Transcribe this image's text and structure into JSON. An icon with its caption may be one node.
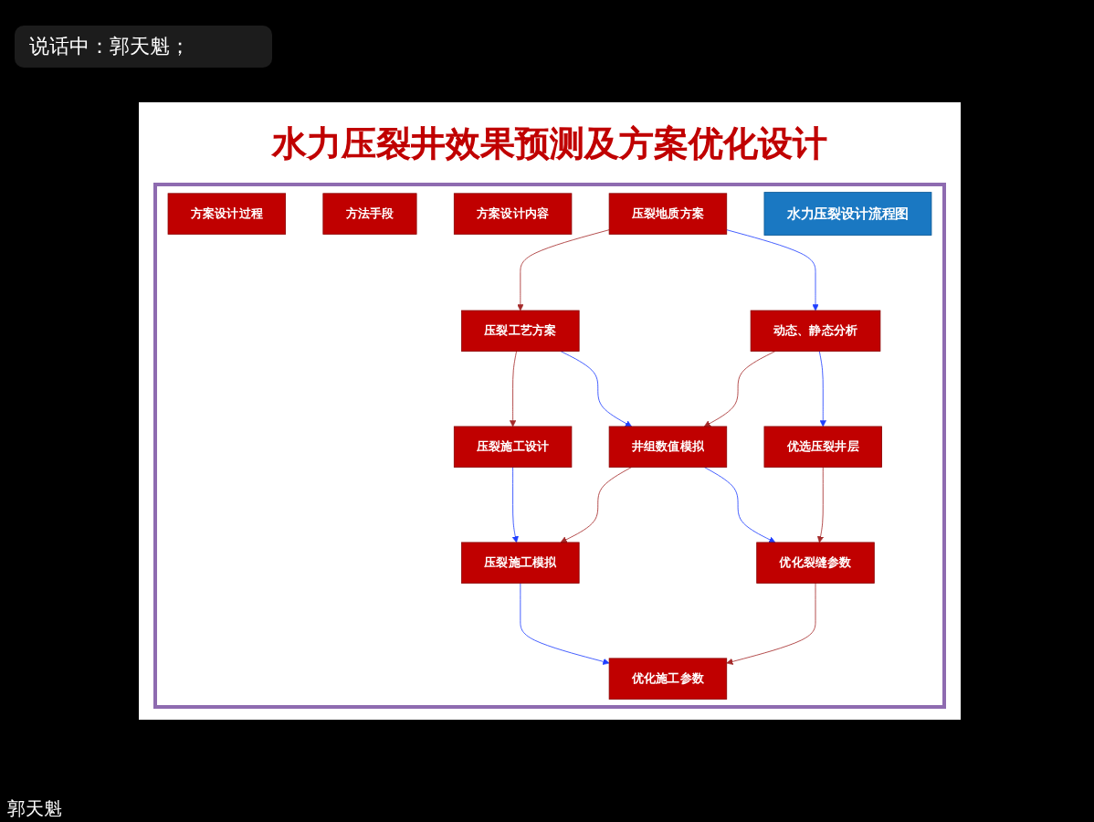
{
  "diagram": {
    "title": "水力压裂井效果预测及方案优化设计",
    "nodes": [
      {
        "text": [
          "方案设计过程"
        ]
      },
      {
        "text": [
          "方法手段"
        ]
      },
      {
        "text": [
          "方案设计内容"
        ]
      },
      {
        "text": [
          "压裂地质方案"
        ]
      },
      {
        "text": [
          "压裂工艺方案"
        ]
      },
      {
        "text": [
          "压裂施工设计"
        ]
      },
      {
        "text": [
          "动态、静态分析"
        ]
      },
      {
        "text": [
          "井组数值模拟"
        ]
      },
      {
        "text": [
          "压裂施工模拟"
        ]
      },
      {
        "text": [
          "优选压裂井层"
        ]
      },
      {
        "text": [
          "优化裂缝参数"
        ]
      },
      {
        "text": [
          "优化施工参数"
        ]
      },
      {
        "text": [
          "水力压裂设计流程图"
        ]
      }
    ],
    "edges": [
      {
        "from": 3,
        "to": 4,
        "arrow": "to",
        "color": "#a52a2a"
      },
      {
        "from": 4,
        "to": 5,
        "arrow": "to",
        "color": "#a52a2a"
      },
      {
        "from": 3,
        "to": 6,
        "arrow": "to",
        "color": "#1f3fff"
      },
      {
        "from": 4,
        "to": 7,
        "arrow": "to",
        "color": "#1f3fff"
      },
      {
        "from": 5,
        "to": 8,
        "arrow": "to",
        "color": "#1f3fff"
      },
      {
        "from": 6,
        "to": 7,
        "arrow": "to",
        "color": "#a52a2a"
      },
      {
        "from": 7,
        "to": 8,
        "arrow": "to",
        "color": "#a52a2a"
      },
      {
        "from": 6,
        "to": 9,
        "arrow": "to",
        "color": "#1f3fff"
      },
      {
        "from": 7,
        "to": 10,
        "arrow": "to",
        "color": "#1f3fff"
      },
      {
        "from": 8,
        "to": 11,
        "arrow": "to",
        "color": "#1f3fff"
      },
      {
        "from": 9,
        "to": 10,
        "arrow": "to",
        "color": "#a52a2a"
      },
      {
        "from": 10,
        "to": 11,
        "arrow": "to",
        "color": "#a52a2a"
      }
    ],
    "labels": [
      "说话中：郭天魁；",
      "郭天魁"
    ]
  }
}
